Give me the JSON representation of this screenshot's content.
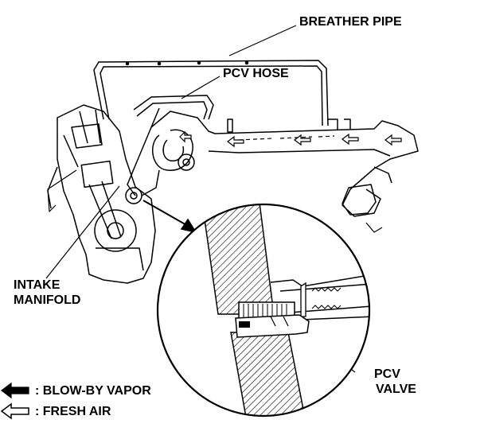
{
  "labels": {
    "breather_pipe": "BREATHER PIPE",
    "pcv_hose": "PCV HOSE",
    "intake_manifold_1": "INTAKE",
    "intake_manifold_2": "MANIFOLD",
    "pcv_valve_1": "PCV",
    "pcv_valve_2": "VALVE"
  },
  "legend": {
    "blow_by": ": BLOW-BY VAPOR",
    "fresh_air": ": FRESH AIR"
  },
  "colors": {
    "ink": "#000000",
    "paper": "#ffffff"
  },
  "icons": {
    "blow_by": "solid-left-arrow-icon",
    "fresh_air": "hollow-left-arrow-icon"
  }
}
